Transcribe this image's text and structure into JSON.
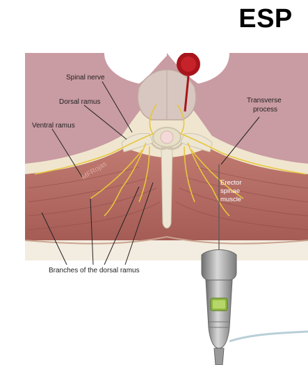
{
  "title": "ESP",
  "labels": {
    "spinal_nerve": "Spinal nerve",
    "dorsal_ramus": "Dorsal ramus",
    "ventral_ramus": "Ventral ramus",
    "transverse_process": [
      "Transverse",
      "process"
    ],
    "erector_spinae": [
      "Erector",
      "spinae",
      "muscle"
    ],
    "branches_dorsal_ramus": "Branches of the dorsal ramus"
  },
  "watermark": "MFRojas",
  "colors": {
    "skin": "#c99ba2",
    "muscle": "#b8736a",
    "muscle_dark": "#9b5550",
    "fat": "#f0e6cf",
    "bone": "#ede6d4",
    "nerve": "#e8c63a",
    "vessel": "#a9141b",
    "probe": "#a9a9a9",
    "probe_tip": "#8fb840"
  }
}
